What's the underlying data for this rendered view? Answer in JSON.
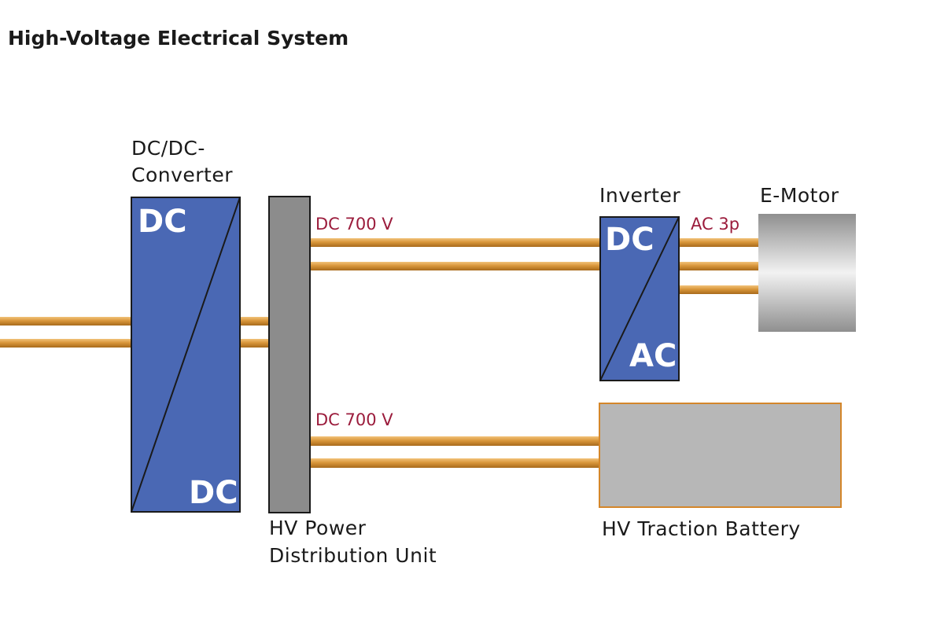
{
  "title": "High-Voltage Electrical System",
  "dcdc": {
    "label_line1": "DC/DC-",
    "label_line2": "Converter",
    "top": "DC",
    "bottom": "DC"
  },
  "pdu": {
    "label_line1": "HV Power",
    "label_line2": "Distribution Unit"
  },
  "inverter": {
    "label": "Inverter",
    "top": "DC",
    "bottom": "AC"
  },
  "motor": {
    "label": "E-Motor"
  },
  "battery": {
    "label": "HV Traction Battery"
  },
  "voltage_labels": {
    "upper": "DC 700 V",
    "lower": "DC 700 V",
    "ac": "AC 3p"
  },
  "colors": {
    "converter_fill": "#4a68b4",
    "pdu_fill": "#8c8c8c",
    "battery_fill": "#b7b7b7",
    "battery_border": "#d4862a",
    "cable": "#c98a2e",
    "voltage_text": "#9b1c3c"
  }
}
